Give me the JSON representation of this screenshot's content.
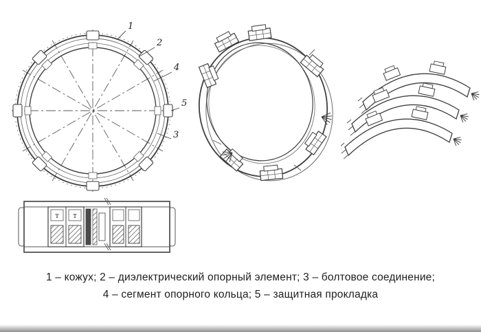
{
  "diagram": {
    "callouts": {
      "c1": "1",
      "c2": "2",
      "c3": "3",
      "c4": "4",
      "c5": "5"
    },
    "section": {
      "t_left": "т",
      "t_right": "т"
    },
    "caption": {
      "line1": "1 – кожух; 2 – диэлектрический опорный элемент; 3 – болтовое соединение;",
      "line2": "4 – сегмент опорного кольца; 5 – защитная прокладка"
    },
    "colors": {
      "ink": "#3f3f3f",
      "background": "#ffffff"
    }
  }
}
